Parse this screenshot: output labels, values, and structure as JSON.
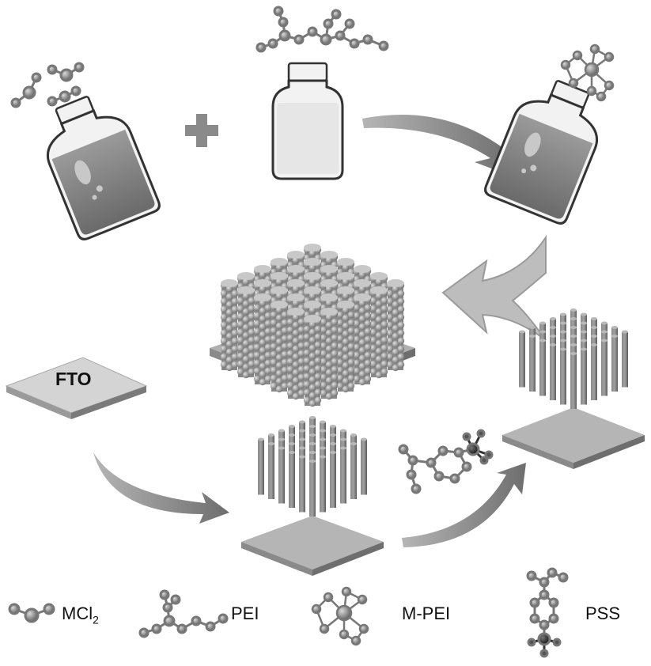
{
  "substrate": {
    "label": "FTO"
  },
  "legend": [
    {
      "key": "mcl2",
      "label": "MCl",
      "subscript": "2"
    },
    {
      "key": "pei",
      "label": "PEI"
    },
    {
      "key": "mpei",
      "label": "M-PEI"
    },
    {
      "key": "pss",
      "label": "PSS"
    }
  ]
}
